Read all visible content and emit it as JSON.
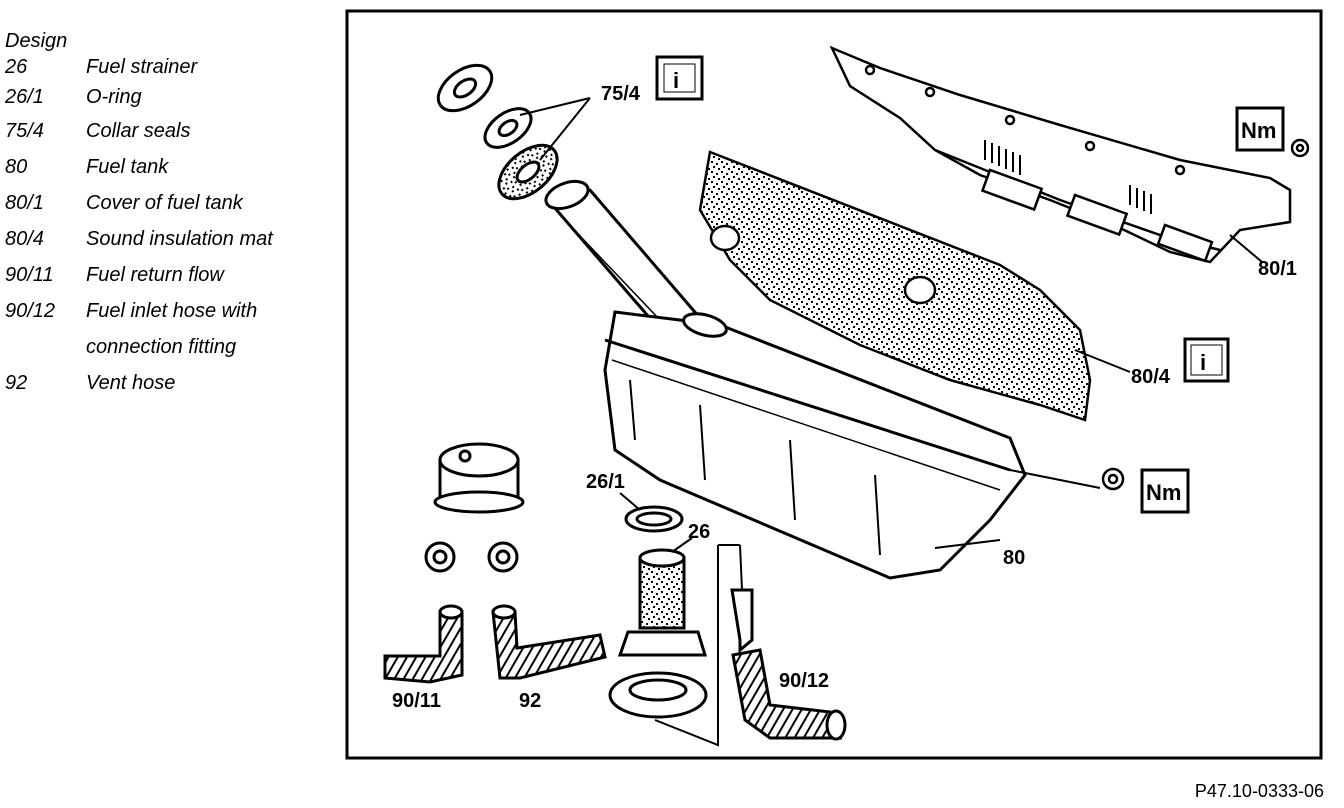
{
  "legend": {
    "heading": "Design",
    "items": [
      {
        "code": "26",
        "desc": "Fuel strainer"
      },
      {
        "code": "26/1",
        "desc": "O-ring"
      },
      {
        "code": "75/4",
        "desc": "Collar seals"
      },
      {
        "code": "80",
        "desc": "Fuel tank"
      },
      {
        "code": "80/1",
        "desc": "Cover of fuel tank"
      },
      {
        "code": "80/4",
        "desc": "Sound insulation mat"
      },
      {
        "code": "90/11",
        "desc": "Fuel return flow"
      },
      {
        "code": "90/12",
        "desc": "Fuel inlet hose with",
        "desc2": "connection fitting"
      },
      {
        "code": "92",
        "desc": "Vent hose"
      }
    ]
  },
  "callouts": {
    "l75_4": "75/4",
    "l80_1": "80/1",
    "l80_4": "80/4",
    "l80": "80",
    "l26_1": "26/1",
    "l26": "26",
    "l90_11": "90/11",
    "l92": "92",
    "l90_12": "90/12",
    "info1": "i",
    "info2": "i",
    "nm1": "Nm",
    "nm2": "Nm"
  },
  "figure_ref": "P47.10-0333-06"
}
